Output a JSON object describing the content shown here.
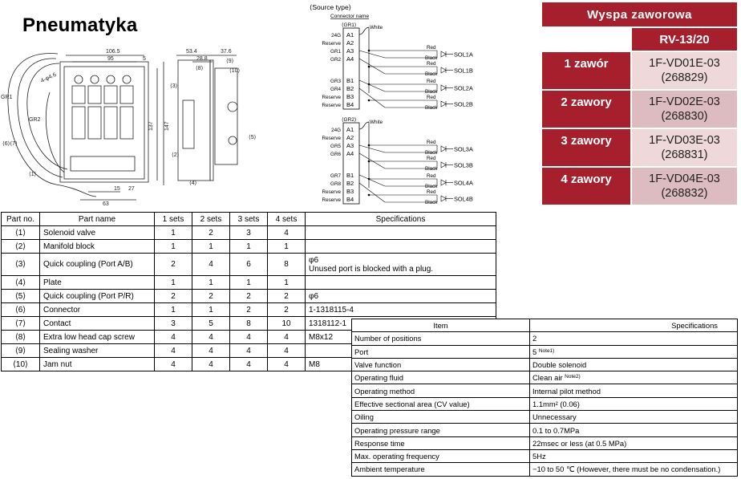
{
  "page_title": "Pneumatyka",
  "drawing": {
    "dims": [
      "106.5",
      "95",
      "5",
      "53.4",
      "28.8",
      "37.6",
      "137",
      "147",
      "15",
      "27",
      "63",
      "4-φ4.6"
    ],
    "labels": [
      "GR1",
      "GR2",
      "⟨6⟩⟨7⟩",
      "⟨1⟩",
      "⟨3⟩",
      "⟨2⟩",
      "⟨4⟩",
      "⟨5⟩",
      "⟨8⟩",
      "⟨9⟩",
      "⟨10⟩"
    ]
  },
  "wiring": {
    "title": "⟨Source type⟩",
    "connector_name": "Connector name",
    "white": "White",
    "red": "Red",
    "black": "Black",
    "groups": [
      {
        "name": "⟨GR1⟩",
        "pins": [
          {
            "side": "24G",
            "pin": "A1"
          },
          {
            "side": "Reserve",
            "pin": "A2"
          },
          {
            "side": "GR1",
            "pin": "A3"
          },
          {
            "side": "GR2",
            "pin": "A4"
          },
          {
            "side": "GR3",
            "pin": "B1"
          },
          {
            "side": "GR4",
            "pin": "B2"
          },
          {
            "side": "Reserve",
            "pin": "B3"
          },
          {
            "side": "Reserve",
            "pin": "B4"
          }
        ],
        "solenoids": [
          "SOL1A",
          "SOL1B",
          "SOL2A",
          "SOL2B"
        ]
      },
      {
        "name": "⟨GR2⟩",
        "pins": [
          {
            "side": "24G",
            "pin": "A1"
          },
          {
            "side": "Reserve",
            "pin": "A2"
          },
          {
            "side": "GR5",
            "pin": "A3"
          },
          {
            "side": "GR6",
            "pin": "A4"
          },
          {
            "side": "GR7",
            "pin": "B1"
          },
          {
            "side": "GR8",
            "pin": "B2"
          },
          {
            "side": "Reserve",
            "pin": "B3"
          },
          {
            "side": "Reserve",
            "pin": "B4"
          }
        ],
        "solenoids": [
          "SOL3A",
          "SOL3B",
          "SOL4A",
          "SOL4B"
        ]
      }
    ]
  },
  "parts_table": {
    "headers": [
      "Part no.",
      "Part name",
      "1 sets",
      "2 sets",
      "3 sets",
      "4 sets",
      "Specifications"
    ],
    "rows": [
      {
        "no": "⟨1⟩",
        "name": "Solenoid valve",
        "s1": "1",
        "s2": "2",
        "s3": "3",
        "s4": "4",
        "spec": "",
        "spec2": ""
      },
      {
        "no": "⟨2⟩",
        "name": "Manifold block",
        "s1": "1",
        "s2": "1",
        "s3": "1",
        "s4": "1",
        "spec": "",
        "spec2": ""
      },
      {
        "no": "⟨3⟩",
        "name": "Quick coupling (Port A/B)",
        "s1": "2",
        "s2": "4",
        "s3": "6",
        "s4": "8",
        "spec": "φ6",
        "spec2": "Unused port is blocked with a plug."
      },
      {
        "no": "⟨4⟩",
        "name": "Plate",
        "s1": "1",
        "s2": "1",
        "s3": "1",
        "s4": "1",
        "spec": "",
        "spec2": ""
      },
      {
        "no": "⟨5⟩",
        "name": "Quick coupling (Port P/R)",
        "s1": "2",
        "s2": "2",
        "s3": "2",
        "s4": "2",
        "spec": "φ6",
        "spec2": ""
      },
      {
        "no": "⟨6⟩",
        "name": "Connector",
        "s1": "1",
        "s2": "1",
        "s3": "2",
        "s4": "2",
        "spec": "1-1318115-4",
        "spec2": ""
      },
      {
        "no": "⟨7⟩",
        "name": "Contact",
        "s1": "3",
        "s2": "5",
        "s3": "8",
        "s4": "10",
        "spec": "1318112-1",
        "spec2": ""
      },
      {
        "no": "⟨8⟩",
        "name": "Extra low head cap screw",
        "s1": "4",
        "s2": "4",
        "s3": "4",
        "s4": "4",
        "spec": "M8x12",
        "spec2": ""
      },
      {
        "no": "⟨9⟩",
        "name": "Sealing washer",
        "s1": "4",
        "s2": "4",
        "s3": "4",
        "s4": "4",
        "spec": "",
        "spec2": ""
      },
      {
        "no": "⟨10⟩",
        "name": "Jam nut",
        "s1": "4",
        "s2": "4",
        "s3": "4",
        "s4": "4",
        "spec": "M8",
        "spec2": ""
      }
    ]
  },
  "spec_table": {
    "headers": [
      "Item",
      "Specifications"
    ],
    "rows": [
      {
        "item": "Number of positions",
        "value": "2",
        "sup": ""
      },
      {
        "item": "Port",
        "value": "5",
        "sup": "Note1)"
      },
      {
        "item": "Valve function",
        "value": "Double solenoid",
        "sup": ""
      },
      {
        "item": "Operating fluid",
        "value": "Clean air",
        "sup": "Note2)"
      },
      {
        "item": "Operating method",
        "value": "Internal pilot method",
        "sup": ""
      },
      {
        "item": "Effective sectional area (CV value)",
        "value": "1.1mm² (0.06)",
        "sup": ""
      },
      {
        "item": "Oiling",
        "value": "Unnecessary",
        "sup": ""
      },
      {
        "item": "Operating pressure range",
        "value": "0.1 to 0.7MPa",
        "sup": ""
      },
      {
        "item": "Response time",
        "value": "22msec or less (at 0.5 MPa)",
        "sup": ""
      },
      {
        "item": "Max. operating frequency",
        "value": "5Hz",
        "sup": ""
      },
      {
        "item": "Ambient temperature",
        "value": "−10 to 50 ℃ (However, there must be no condensation.)",
        "sup": ""
      }
    ]
  },
  "valve_island": {
    "title": "Wyspa zaworowa",
    "model": "RV-13/20",
    "rows": [
      {
        "label": "1 zawór",
        "code": "1F-VD01E-03",
        "num": "(268829)"
      },
      {
        "label": "2 zawory",
        "code": "1F-VD02E-03",
        "num": "(268830)"
      },
      {
        "label": "3 zawory",
        "code": "1F-VD03E-03",
        "num": "(268831)"
      },
      {
        "label": "4 zawory",
        "code": "1F-VD04E-03",
        "num": "(268832)"
      }
    ]
  },
  "colors": {
    "header_red": "#a51f2d",
    "cell_light": "#efd8da",
    "cell_mid": "#dcbcc0"
  }
}
